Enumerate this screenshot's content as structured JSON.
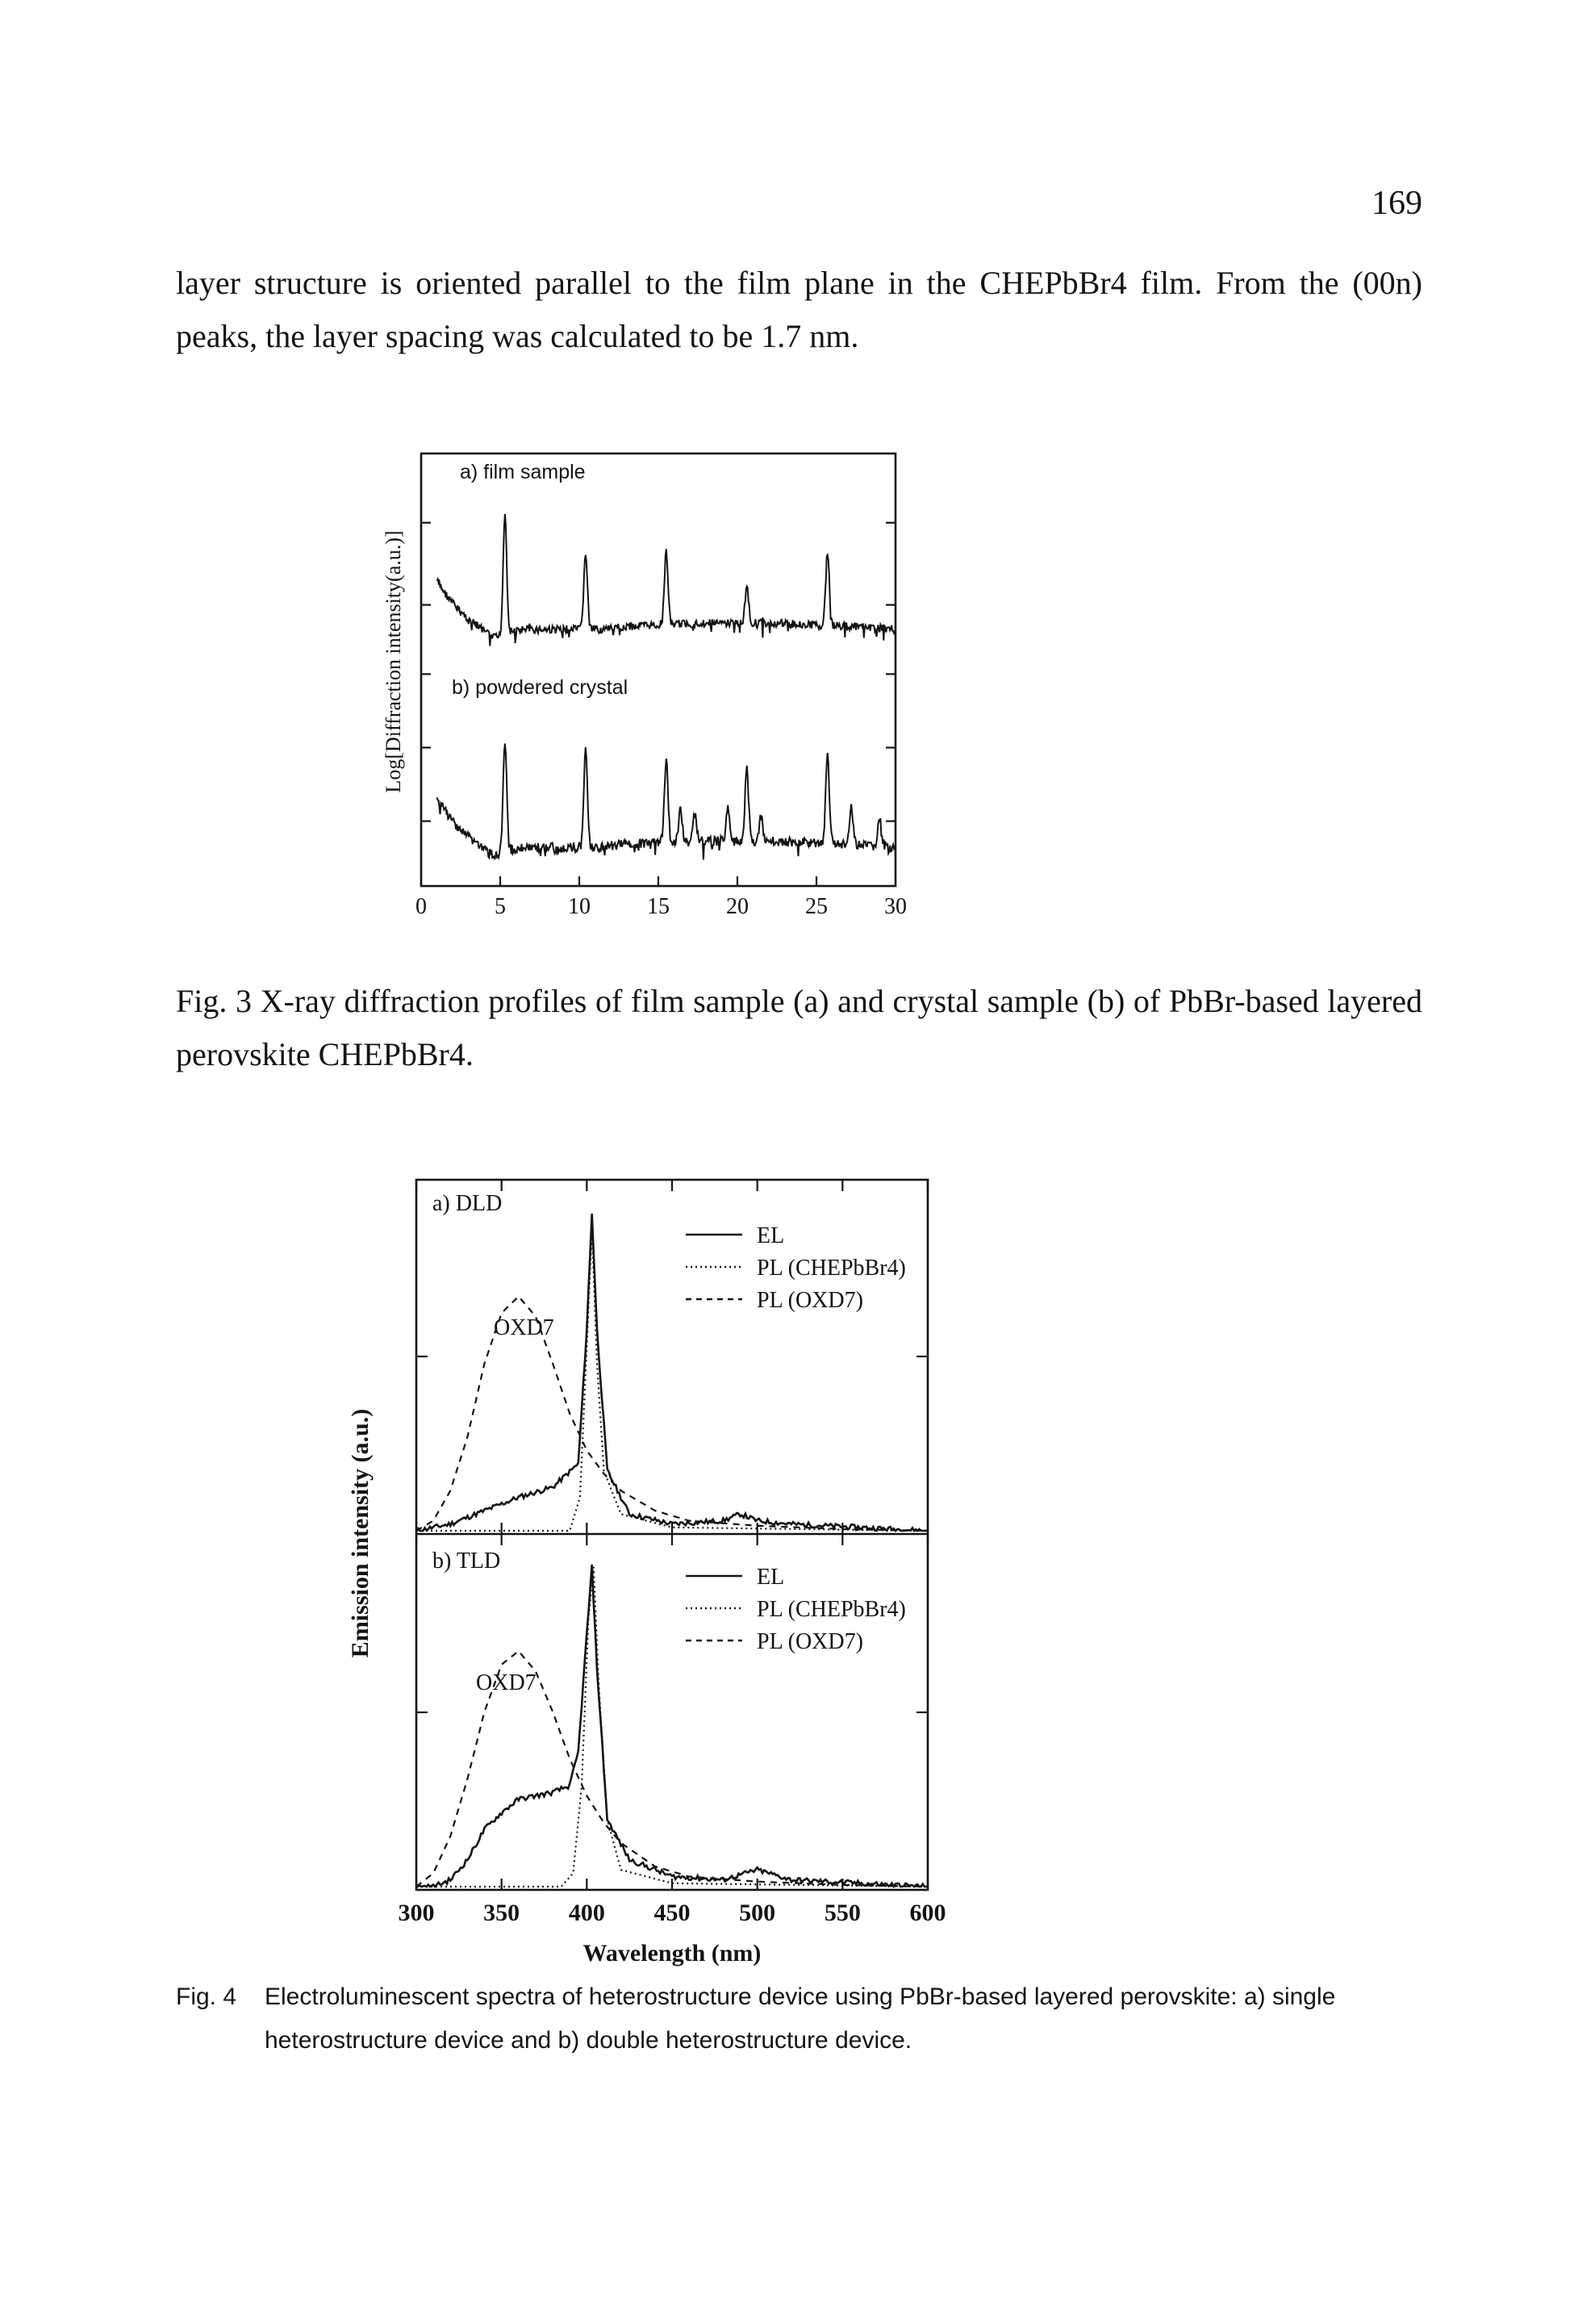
{
  "page": {
    "number": "169",
    "paragraph": "layer structure is oriented parallel to the film plane in the CHEPbBr4 film. From the (00n) peaks, the layer spacing was calculated to be 1.7 nm."
  },
  "fig3": {
    "caption": "Fig. 3 X-ray diffraction profiles of film sample (a) and crystal sample (b) of PbBr-based layered perovskite CHEPbBr4.",
    "chart_data": {
      "type": "line",
      "ylabel": "Log[Diffraction intensity(a.u.)]",
      "xlabel": "",
      "xlim": [
        0,
        30
      ],
      "x_ticks": [
        "0",
        "5",
        "10",
        "15",
        "20",
        "25",
        "30"
      ],
      "grid": false,
      "series": [
        {
          "name": "a) film sample",
          "peaks_2theta": [
            5.3,
            10.4,
            15.5,
            20.6,
            25.7
          ]
        },
        {
          "name": "b) powdered crystal",
          "peaks_2theta": [
            5.3,
            10.4,
            15.5,
            16.4,
            17.3,
            19.4,
            20.6,
            21.5,
            25.7,
            27.2,
            29.0
          ]
        }
      ]
    }
  },
  "fig4": {
    "caption_label": "Fig. 4",
    "caption_line1": "Electroluminescent spectra of heterostructure device using PbBr-based layered perovskite: a) single",
    "caption_line2": "heterostructure device and b) double heterostructure device.",
    "chart_data": {
      "type": "line",
      "xlabel": "Wavelength (nm)",
      "ylabel": "Emission intensity (a.u.)",
      "xlim": [
        300,
        600
      ],
      "x_ticks": [
        "300",
        "350",
        "400",
        "450",
        "500",
        "550",
        "600"
      ],
      "legend": [
        "EL",
        "PL (CHEPbBr4)",
        "PL (OXD7)"
      ],
      "annotation": "OXD7",
      "panels": [
        {
          "label": "a) DLD",
          "series": [
            {
              "name": "EL",
              "x": [
                300,
                320,
                340,
                360,
                380,
                395,
                400,
                403,
                406,
                412,
                425,
                450,
                480,
                490,
                500,
                520,
                560,
                600
              ],
              "y": [
                0.0,
                0.02,
                0.06,
                0.1,
                0.13,
                0.2,
                0.6,
                0.95,
                0.6,
                0.18,
                0.05,
                0.02,
                0.03,
                0.05,
                0.03,
                0.02,
                0.01,
                0.0
              ]
            },
            {
              "name": "PL (CHEPbBr4)",
              "x": [
                300,
                390,
                396,
                400,
                403,
                406,
                410,
                420,
                450,
                600
              ],
              "y": [
                0.0,
                0.0,
                0.1,
                0.55,
                0.9,
                0.5,
                0.18,
                0.05,
                0.01,
                0.0
              ]
            },
            {
              "name": "PL (OXD7)",
              "x": [
                300,
                310,
                320,
                330,
                340,
                350,
                360,
                370,
                380,
                390,
                400,
                410,
                420,
                440,
                460,
                500,
                550,
                600
              ],
              "y": [
                0.0,
                0.03,
                0.12,
                0.28,
                0.5,
                0.65,
                0.7,
                0.64,
                0.5,
                0.35,
                0.24,
                0.17,
                0.12,
                0.06,
                0.03,
                0.015,
                0.005,
                0.0
              ]
            }
          ]
        },
        {
          "label": "b) TLD",
          "series": [
            {
              "name": "EL",
              "x": [
                300,
                310,
                320,
                330,
                340,
                350,
                360,
                370,
                380,
                390,
                395,
                400,
                403,
                406,
                412,
                425,
                450,
                480,
                500,
                520,
                560,
                600
              ],
              "y": [
                0.0,
                0.0,
                0.02,
                0.08,
                0.17,
                0.22,
                0.26,
                0.27,
                0.28,
                0.3,
                0.4,
                0.75,
                0.95,
                0.65,
                0.2,
                0.08,
                0.03,
                0.02,
                0.05,
                0.02,
                0.01,
                0.0
              ]
            },
            {
              "name": "PL (CHEPbBr4)",
              "x": [
                300,
                385,
                392,
                397,
                401,
                404,
                407,
                412,
                420,
                450,
                600
              ],
              "y": [
                0.0,
                0.0,
                0.04,
                0.3,
                0.8,
                0.95,
                0.6,
                0.2,
                0.05,
                0.01,
                0.0
              ]
            },
            {
              "name": "PL (OXD7)",
              "x": [
                300,
                310,
                320,
                330,
                340,
                350,
                360,
                370,
                380,
                390,
                400,
                410,
                420,
                440,
                460,
                500,
                550,
                600
              ],
              "y": [
                0.0,
                0.04,
                0.15,
                0.32,
                0.52,
                0.66,
                0.7,
                0.64,
                0.52,
                0.38,
                0.27,
                0.19,
                0.13,
                0.06,
                0.03,
                0.015,
                0.005,
                0.0
              ]
            }
          ]
        }
      ]
    }
  }
}
